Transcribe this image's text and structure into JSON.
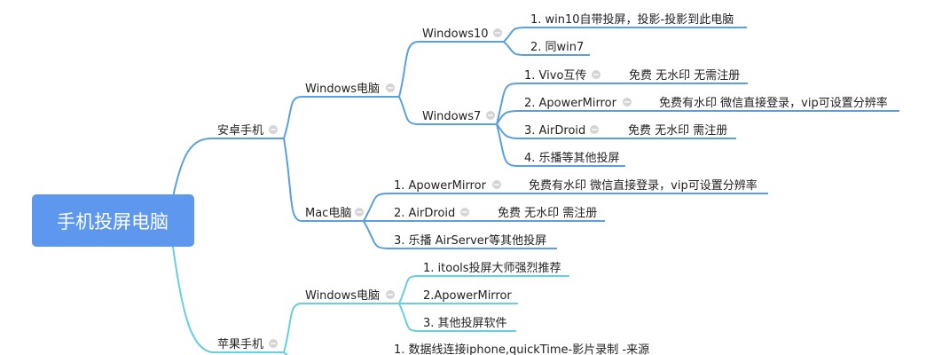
{
  "colors": {
    "blue_branch": "#5aa0df",
    "cyan_branch": "#68cfe0",
    "root_fill": "#5e97ee",
    "root_text": "#ffffff",
    "text": "#222222",
    "icon": "#d4d4d4"
  },
  "root": {
    "label": "手机投屏电脑"
  },
  "branches": {
    "android": {
      "label": "安卓手机",
      "windows": {
        "label": "Windows电脑",
        "win10": {
          "label": "Windows10",
          "items": [
            "1. win10自带投屏，投影-投影到此电脑",
            "2. 同win7"
          ]
        },
        "win7": {
          "label": "Windows7",
          "items": [
            "1. Vivo互传",
            "2. ApowerMirror",
            "3. AirDroid",
            "4. 乐播等其他投屏"
          ],
          "notes": [
            "免费 无水印 无需注册",
            "免费有水印 微信直接登录，vip可设置分辨率",
            "免费 无水印 需注册"
          ]
        }
      },
      "mac": {
        "label": "Mac电脑",
        "items": [
          "1. ApowerMirror",
          "2. AirDroid",
          "3. 乐播 AirServer等其他投屏"
        ],
        "notes": [
          "免费有水印 微信直接登录，vip可设置分辨率",
          "免费 无水印 需注册"
        ]
      }
    },
    "apple": {
      "label": "苹果手机",
      "windows": {
        "label": "Windows电脑",
        "items": [
          "1. itools投屏大师强烈推荐",
          "2.ApowerMirror",
          "3. 其他投屏软件"
        ]
      },
      "mac_items": [
        "1. 数据线连接iphone,quickTime-影片录制 -来源"
      ]
    }
  }
}
